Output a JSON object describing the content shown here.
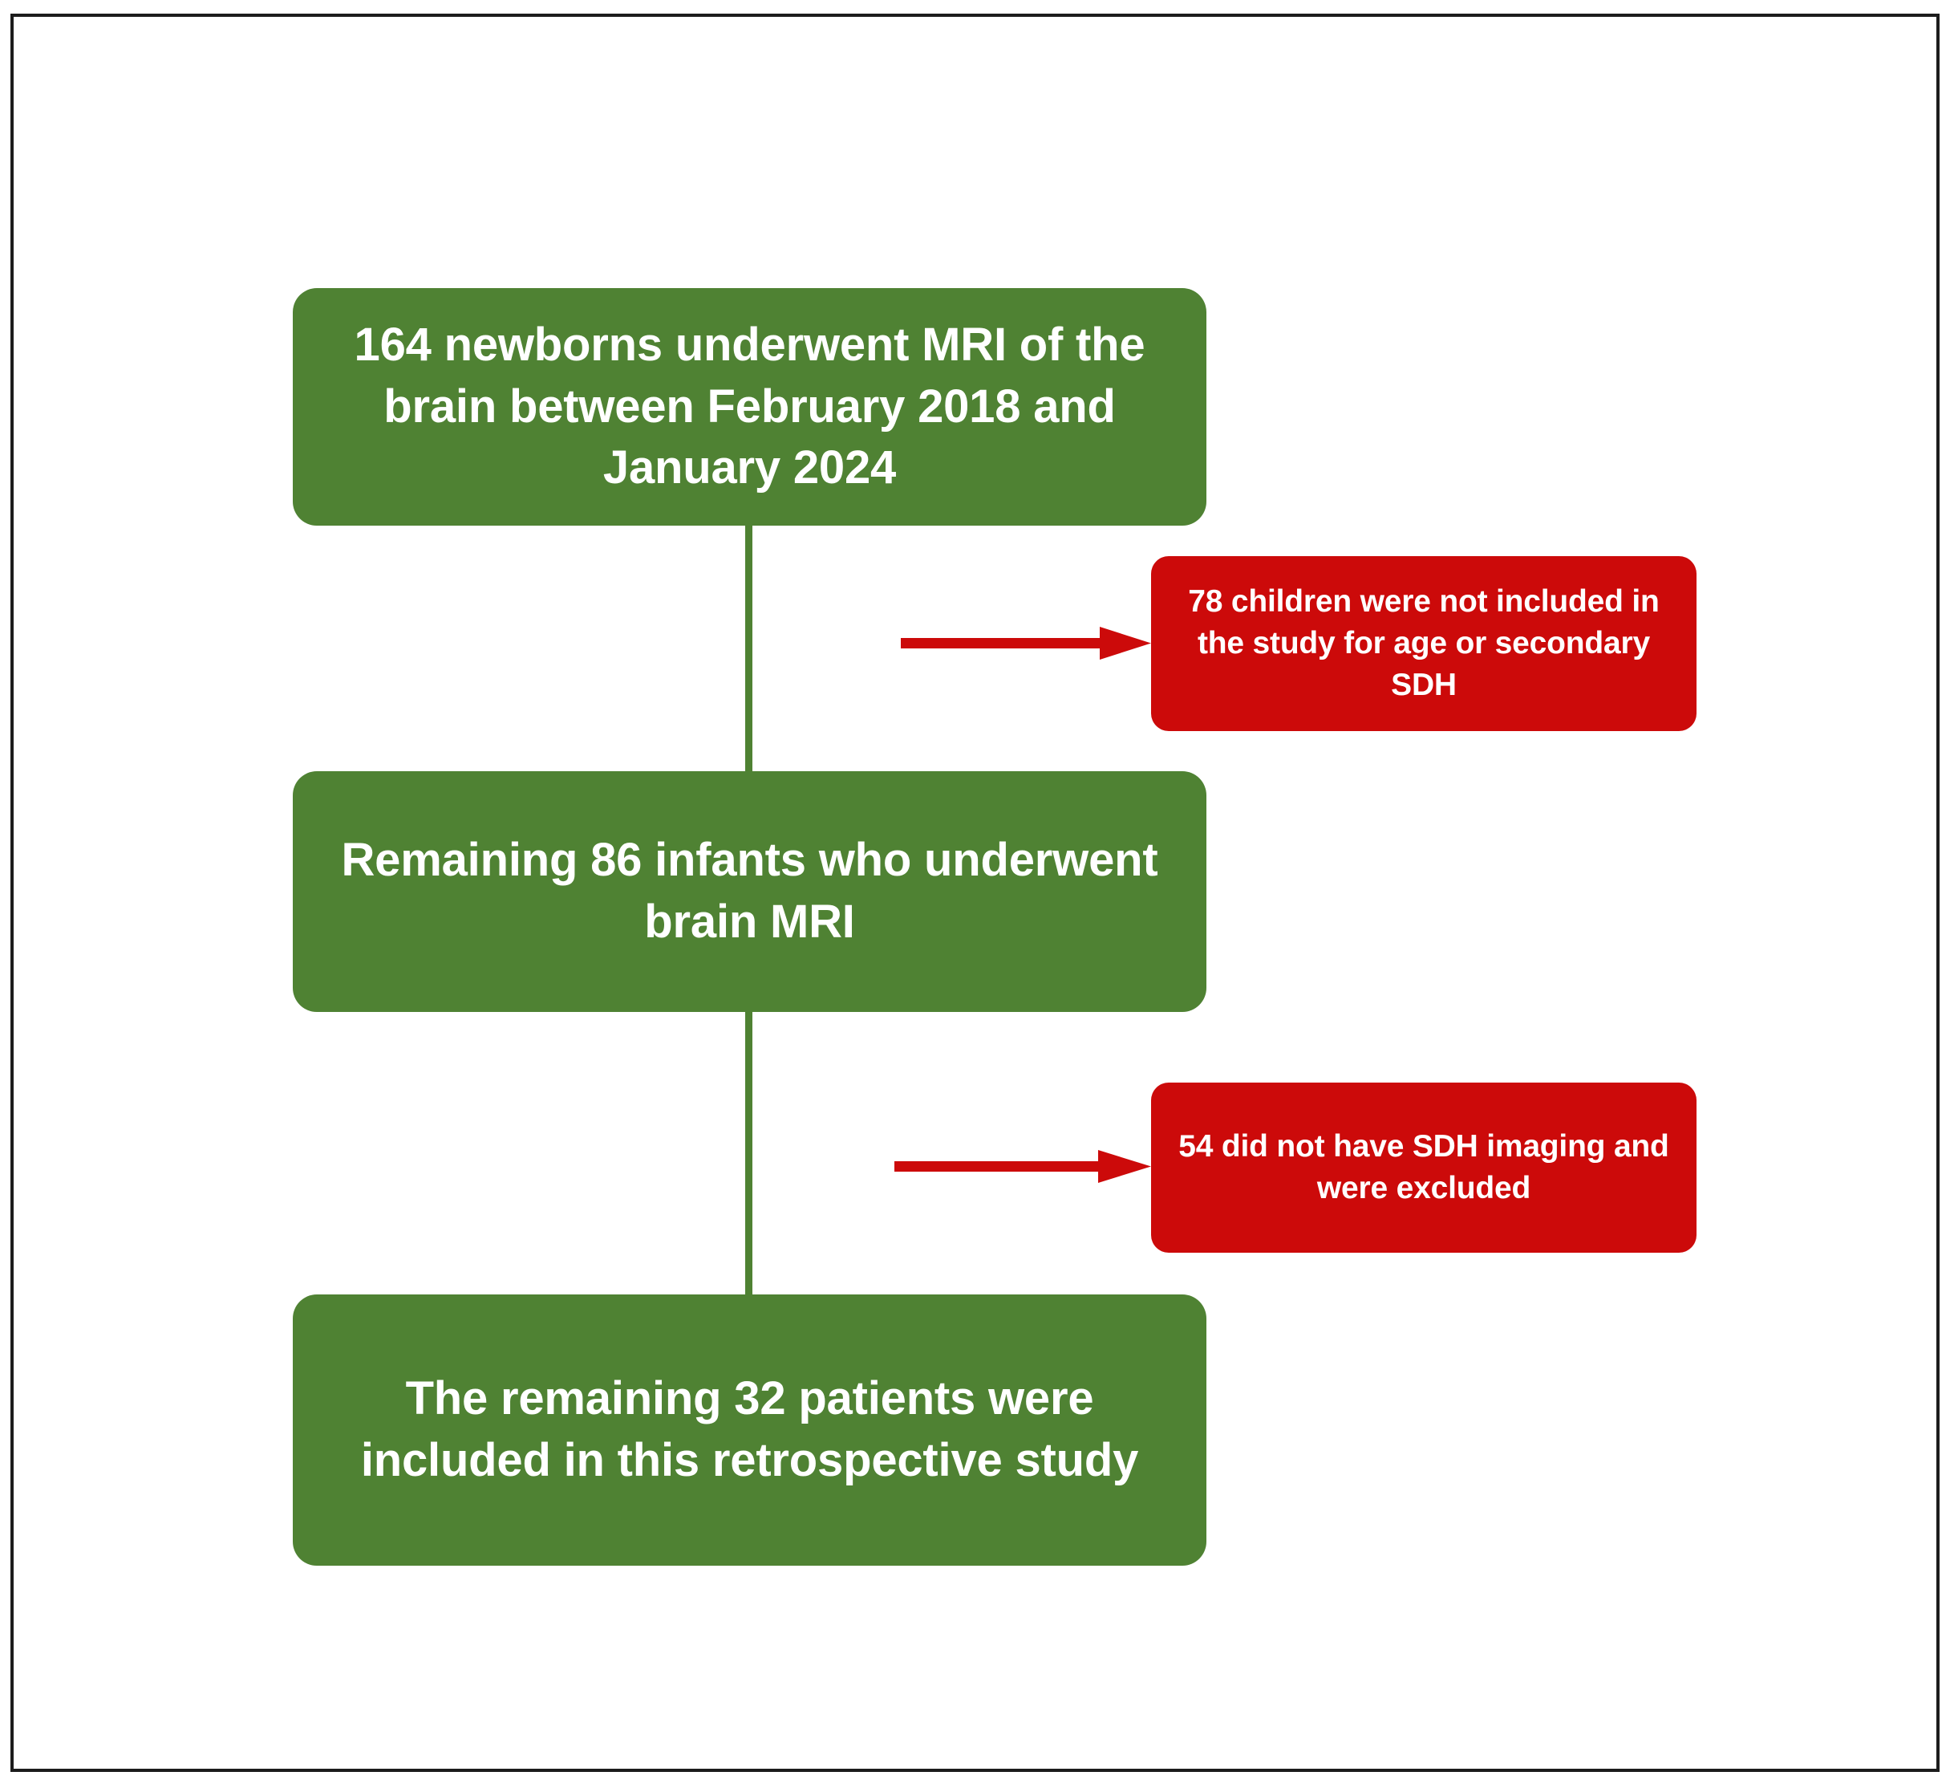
{
  "figure": {
    "type": "flowchart",
    "orientation": "top-to-bottom",
    "title": "",
    "colors": {
      "included_box": "#4F8233",
      "excluded_box": "#CC0A0A",
      "connector": "#4F8233",
      "arrow": "#CC0A0A",
      "frame": "#1C1C1C",
      "box_text": "#FFFFFF",
      "background": "#FFFFFF"
    }
  },
  "nodes": {
    "cohort": {
      "label": "164 newborns underwent MRI of the brain between February 2018 and January 2024",
      "kind": "included",
      "count": 164
    },
    "remaining": {
      "label": "Remaining 86 infants who underwent brain MRI",
      "kind": "included",
      "count": 86
    },
    "included": {
      "label": "The remaining 32 patients were included in this retrospective study",
      "kind": "included",
      "count": 32
    },
    "excluded_age": {
      "label": "78 children were not included in the study for age or secondary SDH",
      "kind": "excluded",
      "count": 78
    },
    "excluded_sdh": {
      "label": "54 did not have SDH imaging and were excluded",
      "kind": "excluded",
      "count": 54
    }
  },
  "edges": [
    {
      "from": "cohort",
      "to": "remaining",
      "style": "vertical-line",
      "color": "#4F8233"
    },
    {
      "from": "cohort",
      "to": "excluded_age",
      "style": "horizontal-arrow",
      "color": "#CC0A0A"
    },
    {
      "from": "remaining",
      "to": "included",
      "style": "vertical-line",
      "color": "#4F8233"
    },
    {
      "from": "remaining",
      "to": "excluded_sdh",
      "style": "horizontal-arrow",
      "color": "#CC0A0A"
    }
  ]
}
